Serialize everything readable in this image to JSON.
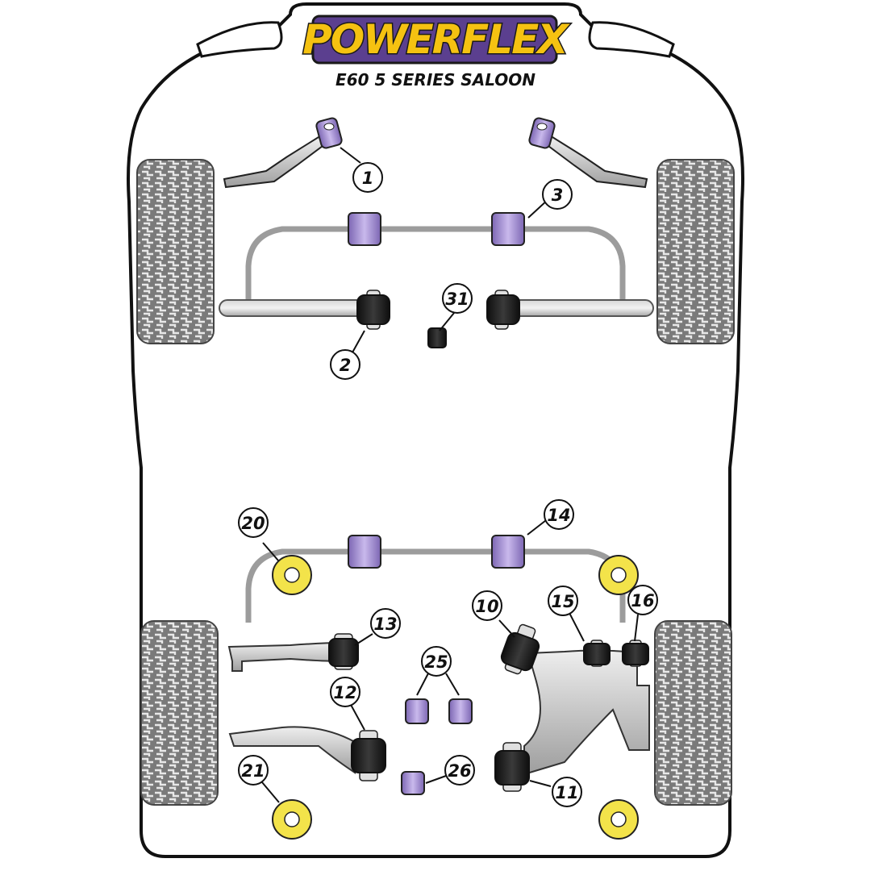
{
  "header": {
    "brand": "POWERFLEX",
    "model": "E60 5 SERIES SALOON"
  },
  "callouts": [
    {
      "id": "c1",
      "label": "1"
    },
    {
      "id": "c2",
      "label": "2"
    },
    {
      "id": "c3",
      "label": "3"
    },
    {
      "id": "c31",
      "label": "31"
    },
    {
      "id": "c20",
      "label": "20"
    },
    {
      "id": "c14",
      "label": "14"
    },
    {
      "id": "c10",
      "label": "10"
    },
    {
      "id": "c15",
      "label": "15"
    },
    {
      "id": "c16",
      "label": "16"
    },
    {
      "id": "c13",
      "label": "13"
    },
    {
      "id": "c25",
      "label": "25"
    },
    {
      "id": "c12",
      "label": "12"
    },
    {
      "id": "c21",
      "label": "21"
    },
    {
      "id": "c26",
      "label": "26"
    },
    {
      "id": "c11",
      "label": "11"
    }
  ],
  "colors": {
    "body_outline": "#111111",
    "purple_bush": "#9b86c7",
    "black_bush": "#1c1c1c",
    "yellow_bush": "#f3e34a",
    "bar_grey": "#b9b9b9",
    "tyre_grey": "#6f6f6f",
    "brand_yellow": "#f5c211"
  }
}
